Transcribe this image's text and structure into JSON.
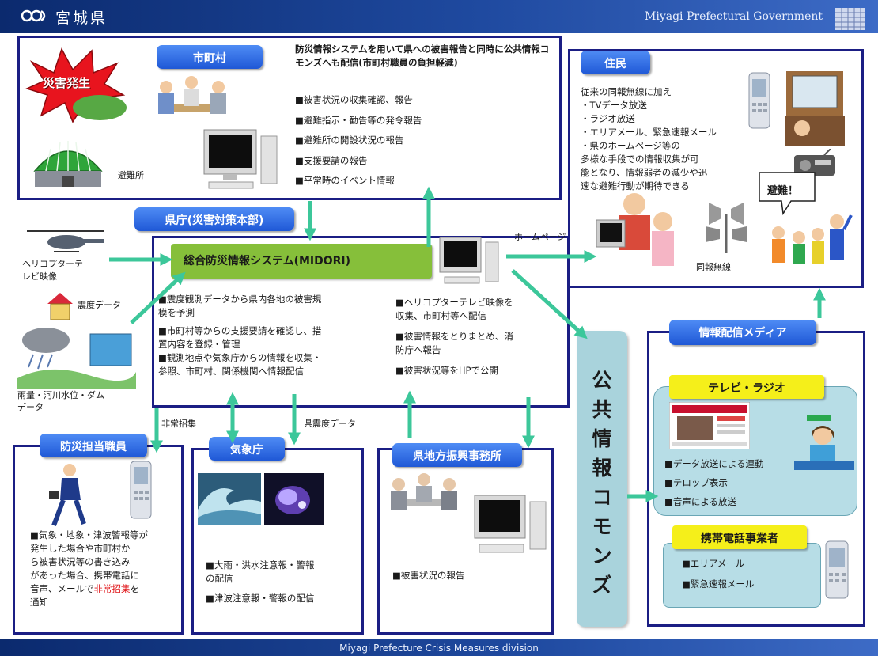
{
  "header": {
    "prefecture": "宮城県",
    "english_title": "Miyagi Prefectural Government"
  },
  "footer": {
    "text": "Miyagi Prefecture Crisis Measures division"
  },
  "municipality": {
    "title": "市町村",
    "disaster_label": "災害発生",
    "shelter_label": "避難所",
    "description": "防災情報システムを用いて県への被害報告と同時に公共情報コモンズへも配信(市町村職員の負担軽減)",
    "items": [
      "■被害状況の収集確認、報告",
      "■避難指示・勧告等の発令報告",
      "■避難所の開設状況の報告",
      "■支援要請の報告",
      "■平常時のイベント情報"
    ]
  },
  "residents": {
    "title": "住民",
    "lines": [
      "従来の同報無線に加え",
      "・TVデータ放送",
      "・ラジオ放送",
      "・エリアメール、緊急速報メール",
      "・県のホームページ等の",
      "多様な手段での情報収集が可",
      "能となり、情報弱者の減少や迅",
      "速な避難行動が期待できる"
    ],
    "speech": "避難！",
    "radio_label": "同報無線"
  },
  "prefecture_hq": {
    "title": "県庁(災害対策本部)",
    "system_name": "総合防災情報システム(MIDORI)",
    "homepage_label": "ホームページ",
    "left_items": [
      "■震度観測データから県内各地の被害規",
      "模を予測",
      "■市町村等からの支援要請を確認し、措",
      "置内容を登録・管理",
      "■観測地点や気象庁からの情報を収集・",
      "参照、市町村、関係機関へ情報配信"
    ],
    "right_items": [
      "■ヘリコプターテレビ映像を",
      "収集、市町村等へ配信",
      "■被害情報をとりまとめ、消",
      "防庁へ報告",
      "■被害状況等をHPで公開"
    ]
  },
  "inputs": {
    "helicopter_label_1": "ヘリコプターテ",
    "helicopter_label_2": "レビ映像",
    "seismic_label": "震度データ",
    "rain_label_1": "雨量・河川水位・ダム",
    "rain_label_2": "データ"
  },
  "flow_labels": {
    "emergency_call": "非常招集",
    "pref_seismic": "県震度データ"
  },
  "disaster_staff": {
    "title": "防災担当職員",
    "lines": [
      [
        "■気象・地象・津波警報等が",
        ""
      ],
      [
        "発生した場合や市町村か",
        ""
      ],
      [
        "ら被害状況等の書き込み",
        ""
      ],
      [
        "があった場合、携帯電話に",
        ""
      ]
    ],
    "line5_pre": "音声、メールで",
    "line5_red": "非常招集",
    "line5_post": "を",
    "line6": "通知"
  },
  "jma": {
    "title": "気象庁",
    "items": [
      "■大雨・洪水注意報・警報",
      "の配信",
      "■津波注意報・警報の配信"
    ]
  },
  "regional_office": {
    "title": "県地方振興事務所",
    "items": [
      "■被害状況の報告"
    ]
  },
  "commons": {
    "title_chars": [
      "公",
      "共",
      "情",
      "報",
      "コ",
      "モ",
      "ン",
      "ズ"
    ]
  },
  "media": {
    "title": "情報配信メディア",
    "tv_radio": {
      "title": "テレビ・ラジオ",
      "items": [
        "■データ放送による連動",
        "■テロップ表示",
        "■音声による放送"
      ]
    },
    "mobile": {
      "title": "携帯電話事業者",
      "items": [
        "■エリアメール",
        "■緊急速報メール"
      ]
    }
  },
  "colors": {
    "box_border": "#1b1e84",
    "tag_blue": "#2a66e0",
    "arrow_teal": "#3cc79a",
    "system_green": "#86bf3a",
    "yellow_tag": "#f5ef1a",
    "commons_bg": "#a9d3dc",
    "emphasis_red": "#e0161a"
  }
}
